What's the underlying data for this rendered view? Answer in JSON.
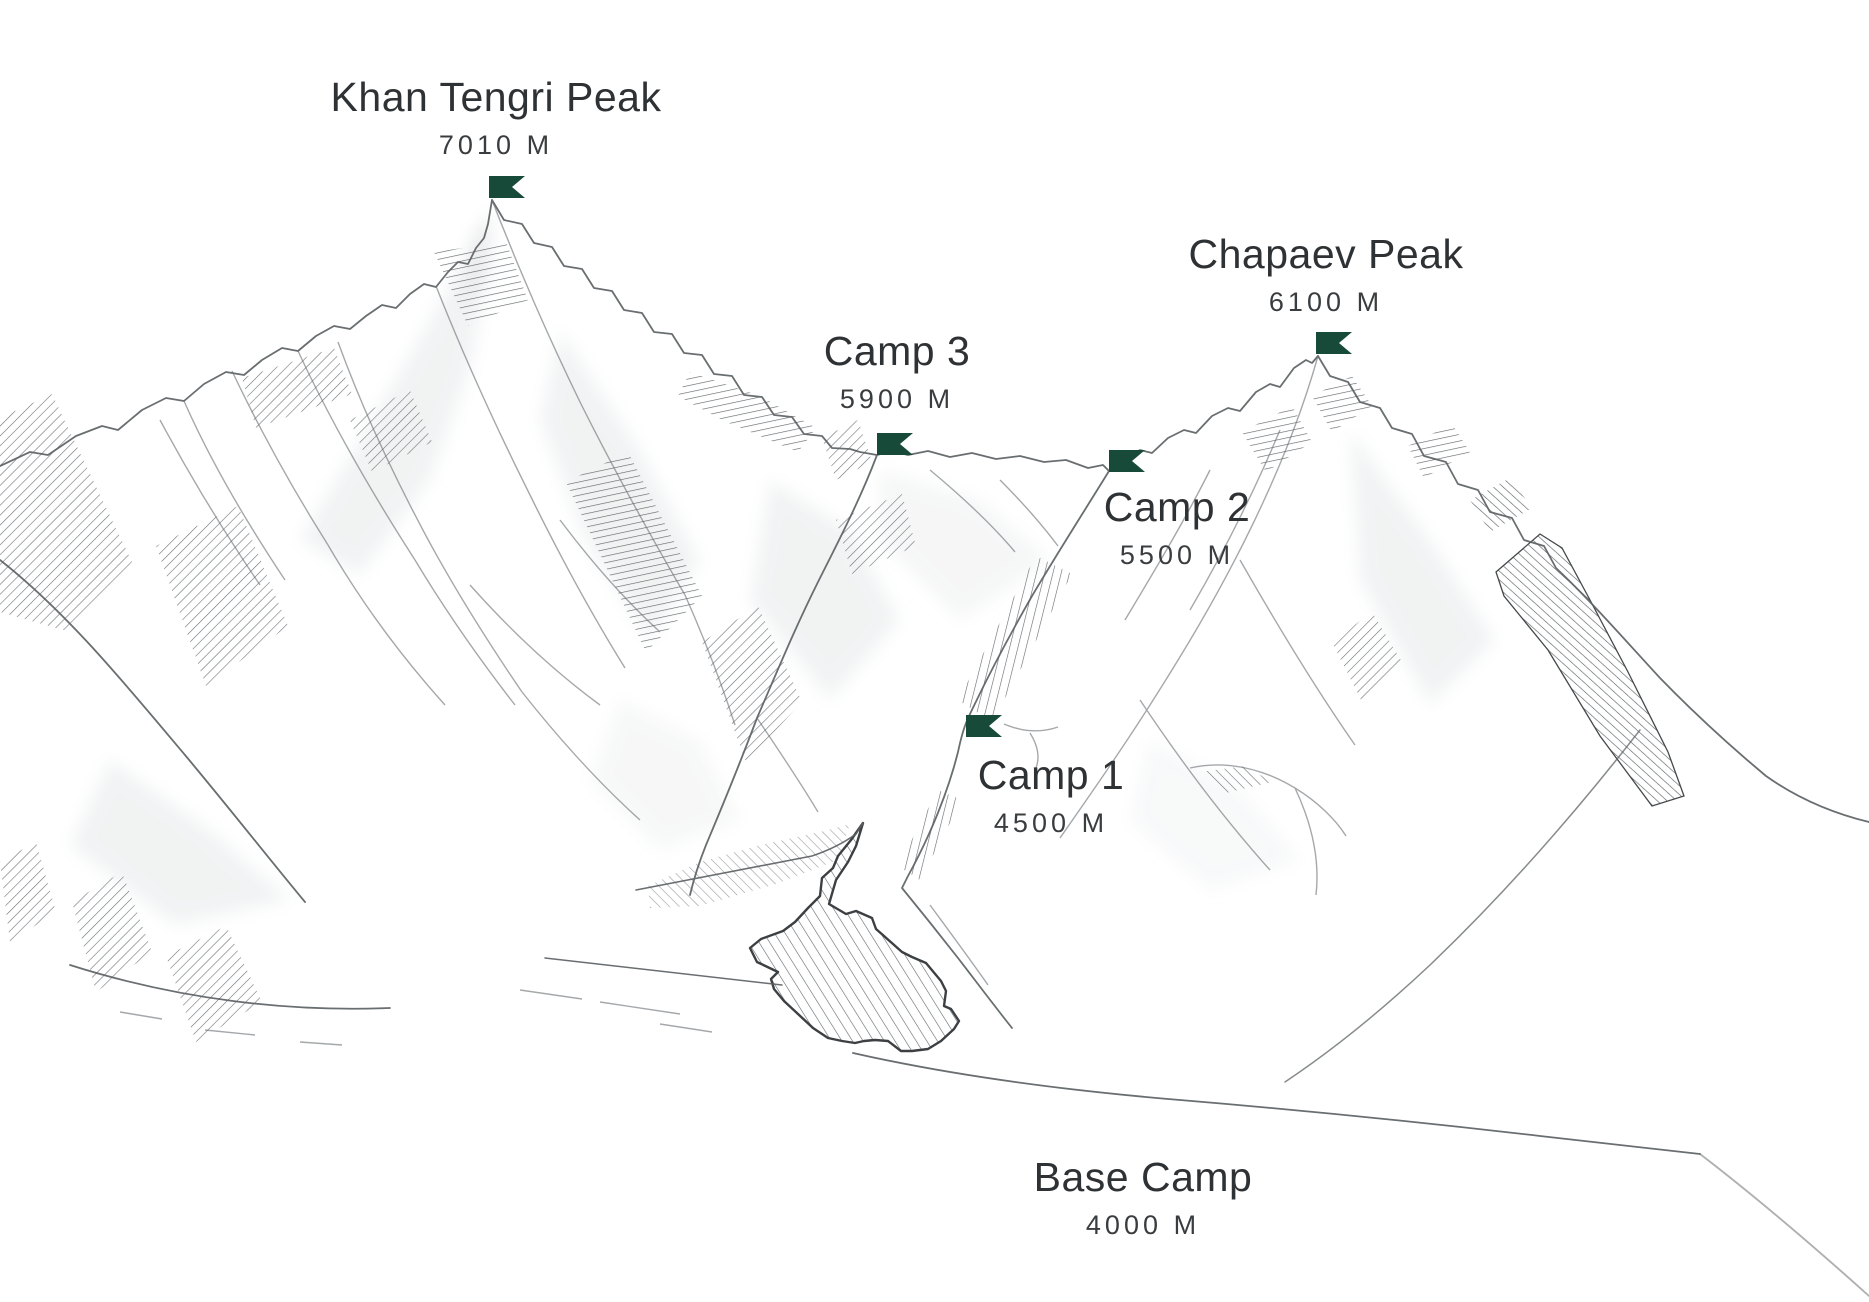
{
  "illustration": {
    "background_color": "#ffffff",
    "sketch_color": "#565b5e",
    "flag_color": "#174a38"
  },
  "markers": [
    {
      "id": "khan-tengri-peak",
      "label": "Khan Tengri Peak",
      "elevation": "7010 M",
      "kind": "peak"
    },
    {
      "id": "chapaev-peak",
      "label": "Chapaev Peak",
      "elevation": "6100 M",
      "kind": "peak"
    },
    {
      "id": "camp-3",
      "label": "Camp 3",
      "elevation": "5900 M",
      "kind": "camp"
    },
    {
      "id": "camp-2",
      "label": "Camp 2",
      "elevation": "5500 M",
      "kind": "camp"
    },
    {
      "id": "camp-1",
      "label": "Camp 1",
      "elevation": "4500 M",
      "kind": "camp"
    },
    {
      "id": "base-camp",
      "label": "Base Camp",
      "elevation": "4000 M",
      "kind": "camp"
    }
  ]
}
